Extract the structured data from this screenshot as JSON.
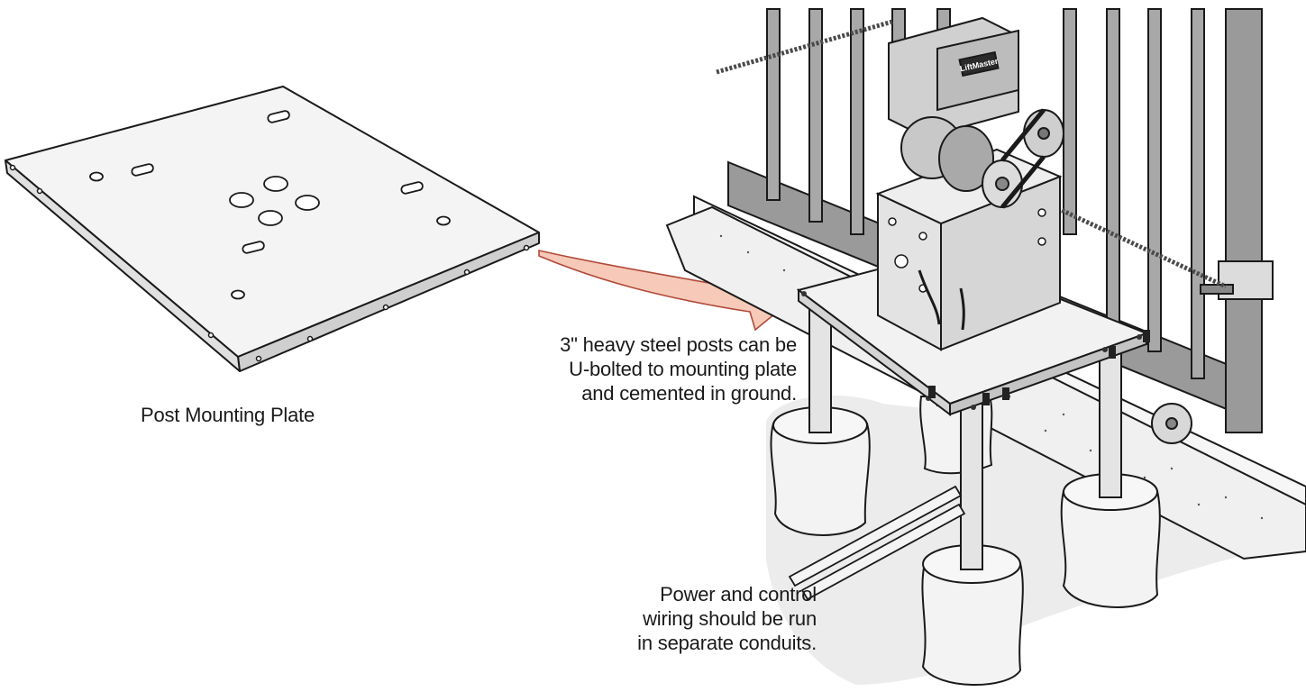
{
  "labels": {
    "plate": "Post Mounting Plate",
    "posts": [
      "3\" heavy steel posts can be",
      "U-bolted to mounting plate",
      "and cemented in ground."
    ],
    "wiring": [
      "Power and control",
      "wiring should be run",
      "in separate conduits."
    ],
    "operator_brand": "LiftMaster"
  },
  "colors": {
    "arrow_fill": "#f7c9b8",
    "arrow_stroke": "#b04a3a",
    "steel_light": "#e6e6e6",
    "steel_mid": "#bdbdbd",
    "steel_dark": "#7a7a7a",
    "outline": "#1a1a1a",
    "ground": "#e9e9e9",
    "concrete": "#f2f2f2",
    "chain": "#4a4a4a"
  }
}
